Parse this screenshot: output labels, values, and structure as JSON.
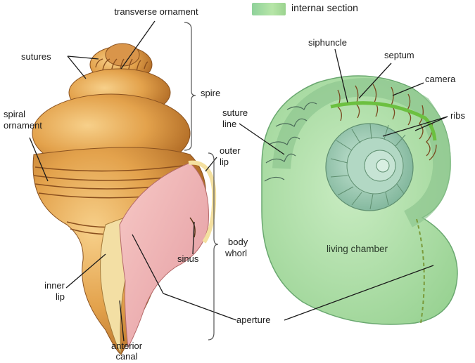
{
  "legend": {
    "label": "internaı section",
    "swatch_color": "#9ed9a0"
  },
  "gastropod": {
    "labels": {
      "transverse_ornament": "transverse ornament",
      "sutures": "sutures",
      "spiral_ornament_1": "spiral",
      "spiral_ornament_2": "ornament",
      "spire": "spire",
      "outer_lip_1": "outer",
      "outer_lip_2": "lip",
      "body_whorl_1": "body",
      "body_whorl_2": "whorl",
      "sinus": "sinus",
      "inner_lip_1": "inner",
      "inner_lip_2": "lip",
      "anterior_canal_1": "anterior",
      "anterior_canal_2": "canal"
    },
    "colors": {
      "shell": "#e0a24a",
      "shell_dark": "#b8722a",
      "aperture": "#f0b6b8",
      "lip": "#f6e6b0"
    }
  },
  "ammonite": {
    "labels": {
      "siphuncle": "siphuncle",
      "septum": "septum",
      "camera": "camera",
      "ribs": "ribs",
      "suture_line_1": "suture",
      "suture_line_2": "line",
      "living_chamber": "living chamber"
    },
    "colors": {
      "shell": "#a8dca0",
      "shell_edge": "#5f9a6a",
      "septa": "#7a4a20",
      "siphuncle": "#6cc040"
    }
  },
  "shared": {
    "aperture": "aperture"
  }
}
